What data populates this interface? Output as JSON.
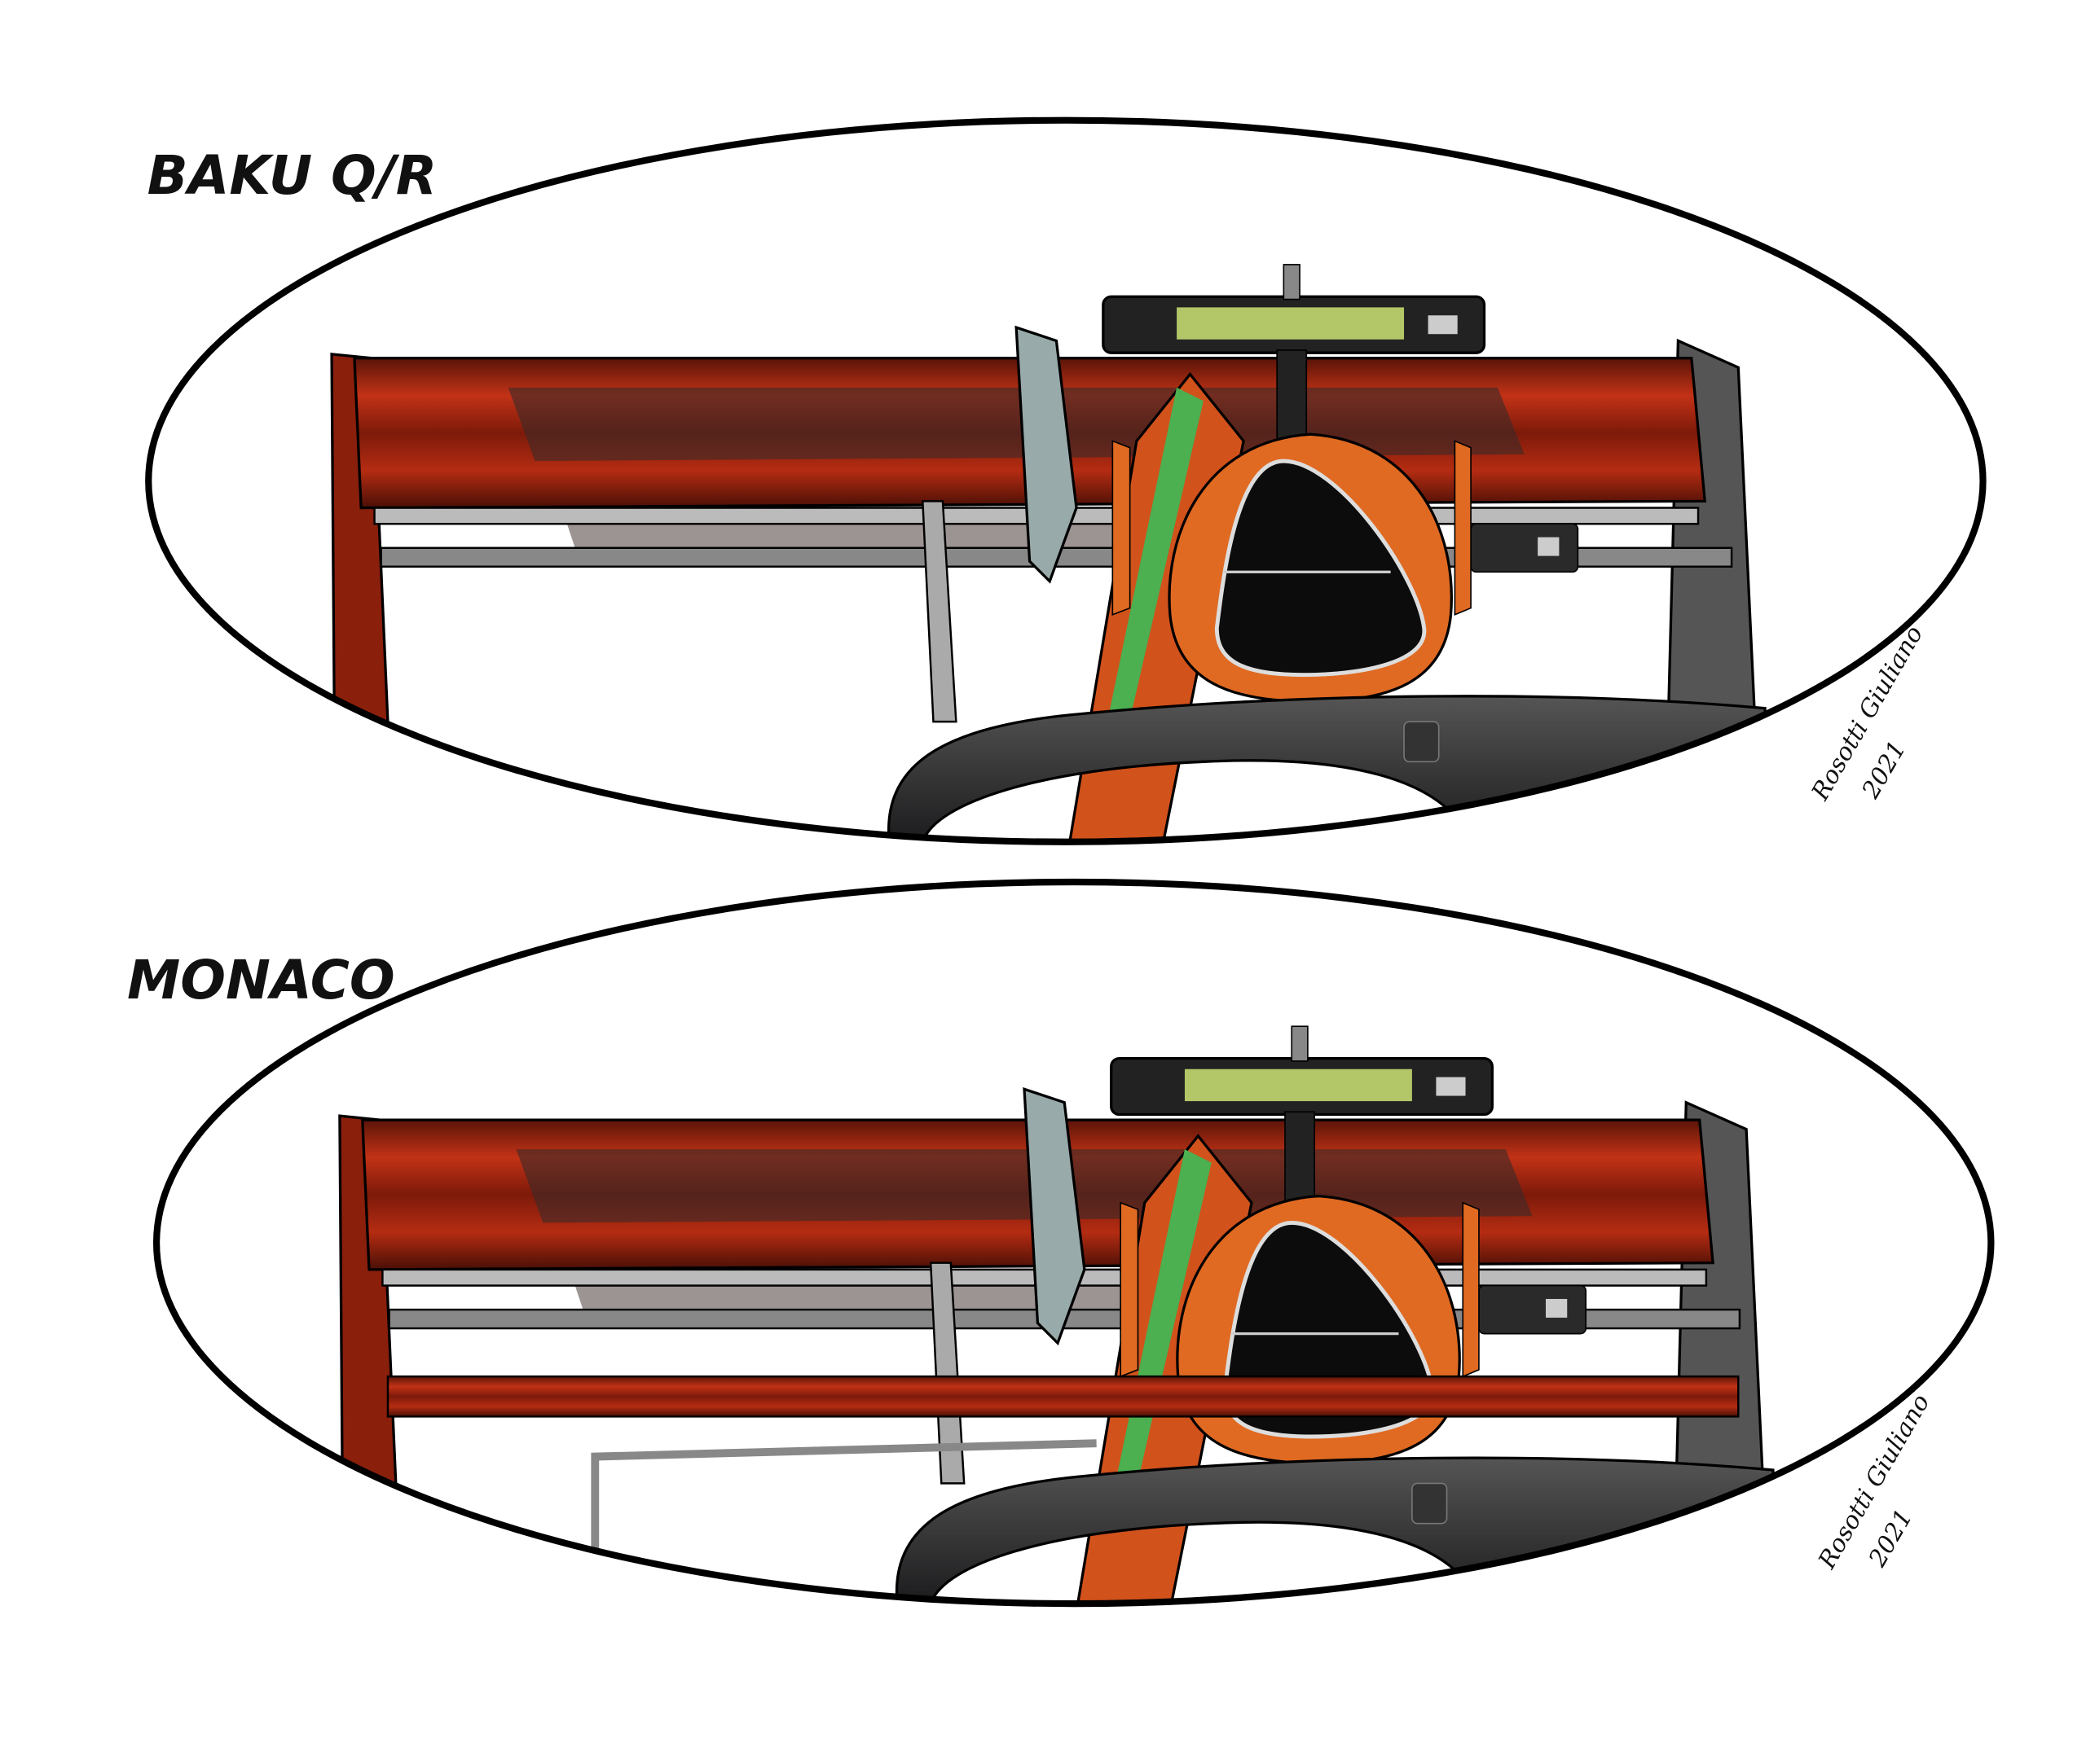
{
  "panels": [
    {
      "label": "BAKU Q/R",
      "signature": "Rosotti Giuliano",
      "year": "2021"
    },
    {
      "label": "MONACO",
      "signature": "Rosotti Giuliano",
      "year": "2021"
    }
  ],
  "colors": {
    "wing_red": "#a9260f",
    "wing_dark": "#3a2a28",
    "airbox_orange": "#e06a22",
    "halo_carbon": "#2e2e30",
    "camera_green": "#d8f07a",
    "outline": "#000000"
  }
}
